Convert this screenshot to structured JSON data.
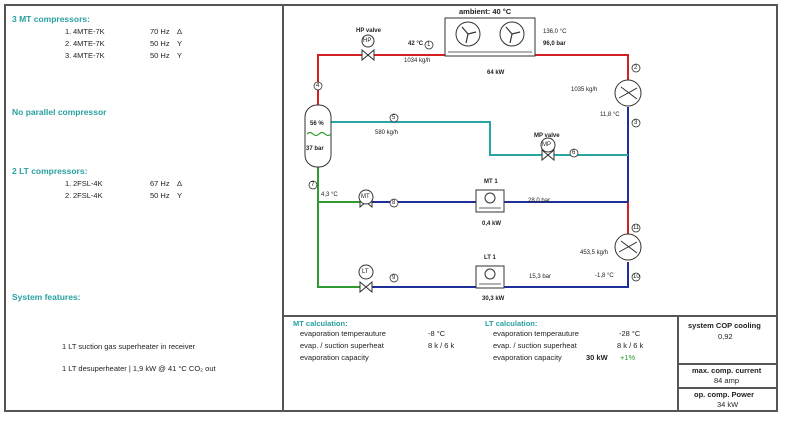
{
  "left": {
    "mt_title": "3 MT compressors:",
    "mt_compressors": [
      {
        "num": "1.",
        "model": "4MTE-7K",
        "freq": "70 Hz",
        "conn": "Δ"
      },
      {
        "num": "2.",
        "model": "4MTE-7K",
        "freq": "50 Hz",
        "conn": "Y"
      },
      {
        "num": "3.",
        "model": "4MTE-7K",
        "freq": "50 Hz",
        "conn": "Y"
      }
    ],
    "parallel": "No parallel compressor",
    "lt_title": "2 LT compressors:",
    "lt_compressors": [
      {
        "num": "1.",
        "model": "2FSL-4K",
        "freq": "67 Hz",
        "conn": "Δ"
      },
      {
        "num": "2.",
        "model": "2FSL-4K",
        "freq": "50 Hz",
        "conn": "Y"
      }
    ],
    "features_title": "System features:",
    "feature_1": "1 LT suction gas superheater in receiver",
    "feature_2": "1 LT desuperheater | 1,9 kW @ 41 °C CO₂ out"
  },
  "diagram": {
    "ambient": "ambient: 40 °C",
    "hp_valve": "HP valve",
    "hp_tag": "HP",
    "hp_temp": "42 °C",
    "node_1": "1",
    "hp_flow": "1034 kg/h",
    "gc_power": "64 kW",
    "gc_temp": "136,0 °C",
    "gc_pressure": "96,0 bar",
    "node_2": "2",
    "disch_flow": "1035 kg/h",
    "node_3": "3",
    "mt_suct_temp": "11,8 °C",
    "node_4": "4",
    "node_5": "5",
    "receiver_level": "56 %",
    "receiver_pressure": "37 bar",
    "flash_flow": "580 kg/h",
    "mp_valve": "MP valve",
    "mp_tag": "MP",
    "node_6": "6",
    "node_7": "7",
    "liquid_temp": "4,3 °C",
    "mt_tag": "MT",
    "mt_evap_label": "MT 1",
    "mt_pressure": "28,0 bar",
    "mt_power": "0,4 kW",
    "node_8": "8",
    "lt_flow": "453,5 kg/h",
    "lt_tag": "LT",
    "lt_evap_label": "LT 1",
    "lt_pressure": "15,3 bar",
    "lt_suct_temp": "-1,8 °C",
    "node_9": "9",
    "node_10": "10",
    "node_11": "11",
    "lt_power": "30,3 kW"
  },
  "mt_calc": {
    "title": "MT calculation:",
    "row1_label": "evaporation temperauture",
    "row1_value": "-8 °C",
    "row2_label": "evap. / suction superheat",
    "row2_value": "8 k / 6 k",
    "row3_label": "evaporation capacity",
    "row3_value": ""
  },
  "lt_calc": {
    "title": "LT calculation:",
    "row1_label": "evaporation temperauture",
    "row1_value": "-28 °C",
    "row2_label": "evap. / suction superheat",
    "row2_value": "8 k / 6 k",
    "row3_label": "evaporation capacity",
    "row3_value": "30 kW",
    "row3_delta": "+1%"
  },
  "summary": {
    "cop_label": "system COP cooling",
    "cop_value": "0,92",
    "current_label": "max. comp. current",
    "current_value": "84 amp",
    "power_label": "op. comp. Power",
    "power_value": "34 kW"
  },
  "colors": {
    "red": "#d42020",
    "blue": "#1f2f9a",
    "teal": "#2aa5a5",
    "green": "#2f9a2f"
  }
}
